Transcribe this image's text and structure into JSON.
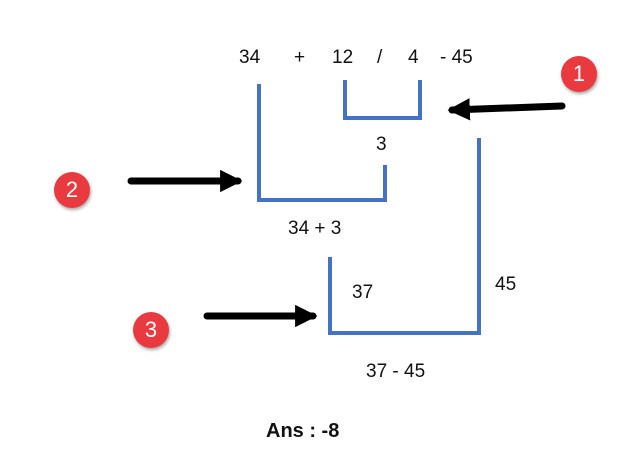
{
  "expression": {
    "t1": "34",
    "op1": "+",
    "t2": "12",
    "op2": "/",
    "t3": "4",
    "t4": "- 45"
  },
  "steps": {
    "s1_result": "3",
    "s2_expr": "34 + 3",
    "s2_result": "37",
    "s3_value": "45",
    "s3_expr": "37 - 45"
  },
  "badges": [
    "1",
    "2",
    "3"
  ],
  "answer": "Ans : -8",
  "colors": {
    "bracket": "#4472c4",
    "badge": "#e83a3f",
    "arrow": "#000000"
  },
  "icons": {
    "badge_shape": "red-circle-number",
    "pointer": "black-arrow"
  }
}
